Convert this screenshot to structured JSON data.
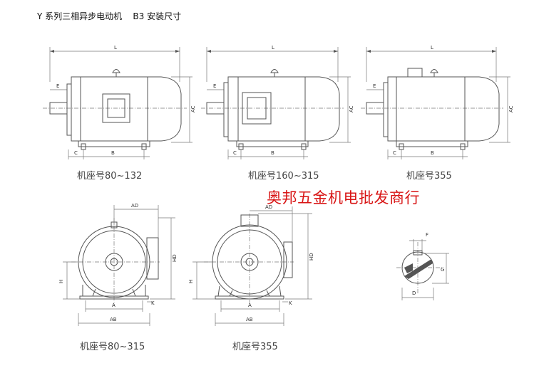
{
  "title": "Y 系列三相异步电动机    B3 安装尺寸",
  "watermark": "奥邦五金机电批发商行",
  "top_captions": [
    "机座号80~132",
    "机座号160~315",
    "机座号355"
  ],
  "bottom_captions": [
    "机座号80~315",
    "机座号355"
  ],
  "labels": {
    "L": "L",
    "E": "E",
    "C": "C",
    "B": "B",
    "AC": "AC",
    "AD": "AD",
    "HD": "HD",
    "H": "H",
    "A": "A",
    "AB": "AB",
    "K": "K",
    "F": "F",
    "G": "G",
    "D": "D"
  }
}
